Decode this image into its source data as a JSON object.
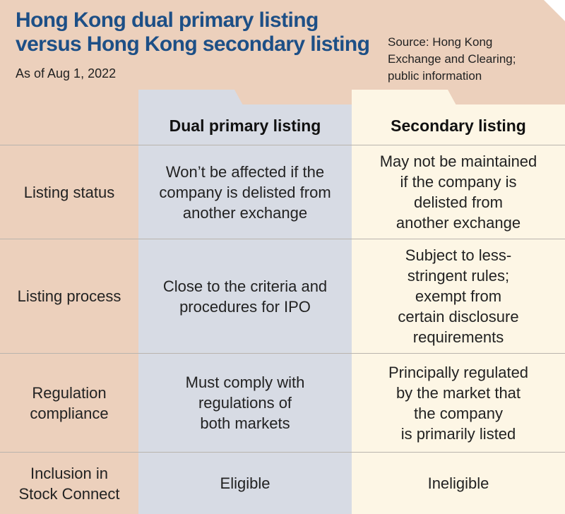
{
  "title_lines": [
    "Hong Kong dual primary listing",
    "versus Hong Kong secondary listing"
  ],
  "as_of": "As of Aug 1, 2022",
  "source_lines": [
    "Source: Hong Kong",
    "Exchange and Clearing;",
    "public information"
  ],
  "colors": {
    "background": "#ecd0bc",
    "title": "#1d4f86",
    "dual_primary_column": "#d7dbe4",
    "secondary_column": "#fdf6e5"
  },
  "chart_data": {
    "type": "table",
    "columns": [
      "Dual primary listing",
      "Secondary listing"
    ],
    "rows": [
      {
        "label": [
          "Listing status"
        ],
        "dual": [
          "Won’t be affected if the",
          "company is delisted from",
          "another exchange"
        ],
        "secondary": [
          "May not be maintained",
          "if the company is",
          "delisted from",
          "another exchange"
        ]
      },
      {
        "label": [
          "Listing process"
        ],
        "dual": [
          "Close to the criteria and",
          "procedures for IPO"
        ],
        "secondary": [
          "Subject to less-",
          "stringent rules;",
          "exempt from",
          "certain disclosure",
          "requirements"
        ]
      },
      {
        "label": [
          "Regulation",
          "compliance"
        ],
        "dual": [
          "Must comply with",
          "regulations of",
          "both markets"
        ],
        "secondary": [
          "Principally regulated",
          "by the market that",
          "the company",
          "is primarily listed"
        ]
      },
      {
        "label": [
          "Inclusion in",
          "Stock Connect"
        ],
        "dual": [
          "Eligible"
        ],
        "secondary": [
          "Ineligible"
        ]
      }
    ]
  }
}
